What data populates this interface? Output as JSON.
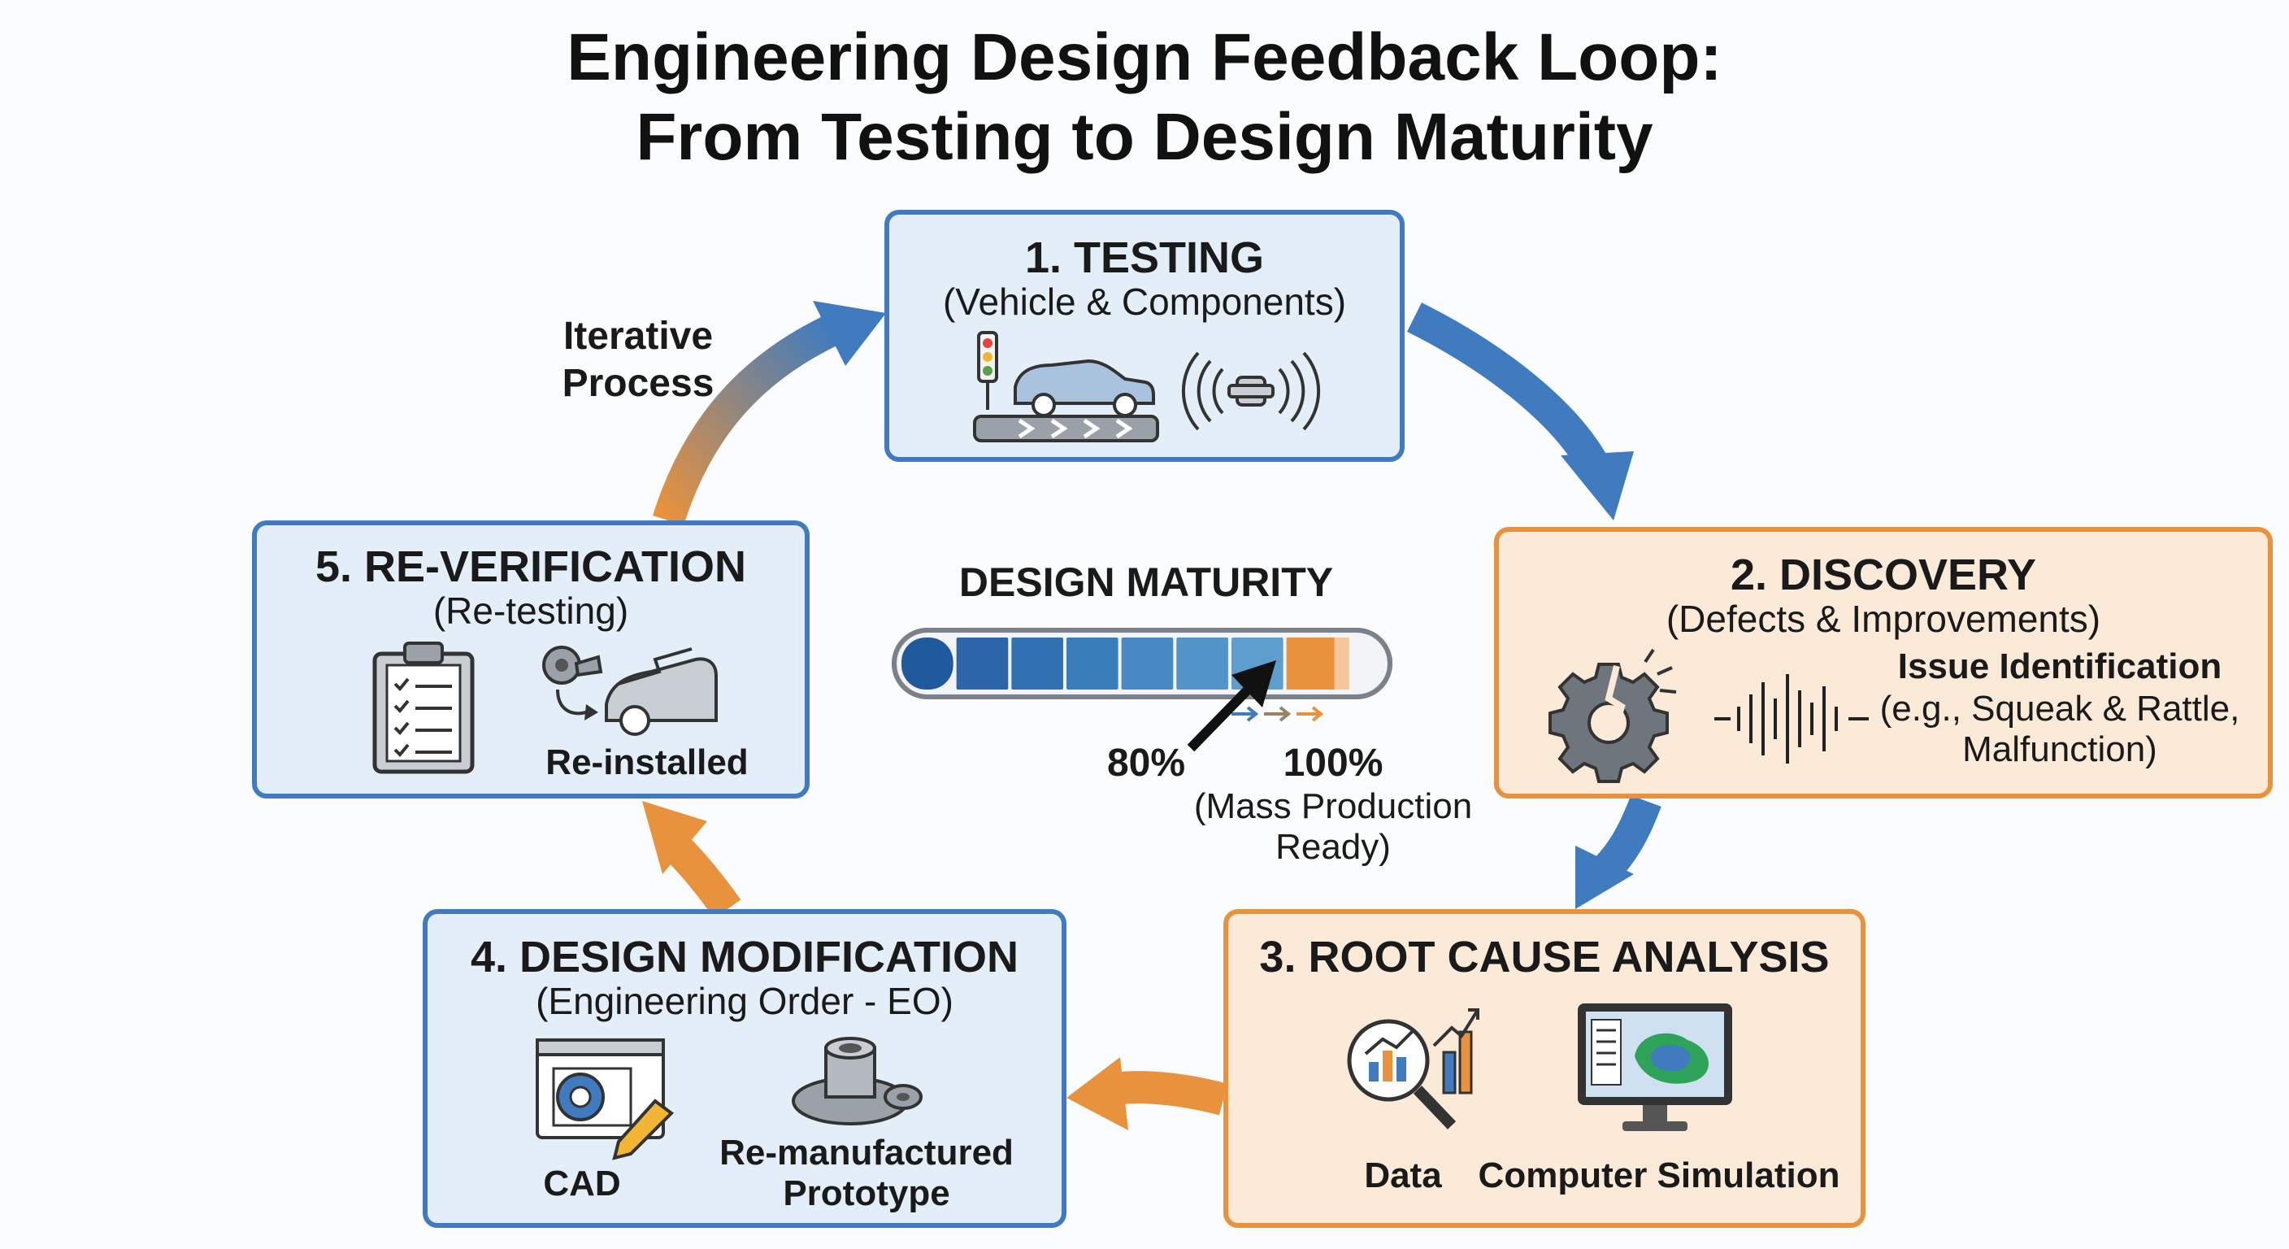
{
  "title": {
    "line1": "Engineering Design Feedback Loop:",
    "line2": "From Testing to Design Maturity"
  },
  "loop_label": {
    "line1": "Iterative",
    "line2": "Process"
  },
  "steps": [
    {
      "heading": "1. TESTING",
      "subtitle": "(Vehicle & Components)"
    },
    {
      "heading": "2. DISCOVERY",
      "subtitle": "(Defects & Improvements)",
      "issue_title": "Issue Identification",
      "issue_line1": "(e.g., Squeak & Rattle,",
      "issue_line2": "Malfunction)"
    },
    {
      "heading": "3. ROOT CAUSE ANALYSIS",
      "items": [
        "Data",
        "Computer Simulation"
      ]
    },
    {
      "heading": "4. DESIGN MODIFICATION",
      "subtitle": "(Engineering Order - EO)",
      "items": [
        "CAD",
        "Re-manufactured",
        "Prototype"
      ]
    },
    {
      "heading": "5. RE-VERIFICATION",
      "subtitle": "(Re-testing)",
      "items": [
        "Re-installed"
      ]
    }
  ],
  "maturity": {
    "title": "DESIGN MATURITY",
    "current_pct": 80,
    "target_pct": 100,
    "current_label": "80%",
    "target_label": "100%",
    "target_note_line1": "(Mass Production",
    "target_note_line2": "Ready)"
  },
  "colors": {
    "blue": "#3f7bbe",
    "orange": "#e8923d",
    "blue_fill": "#e3eef9",
    "orange_fill": "#fbead8"
  }
}
